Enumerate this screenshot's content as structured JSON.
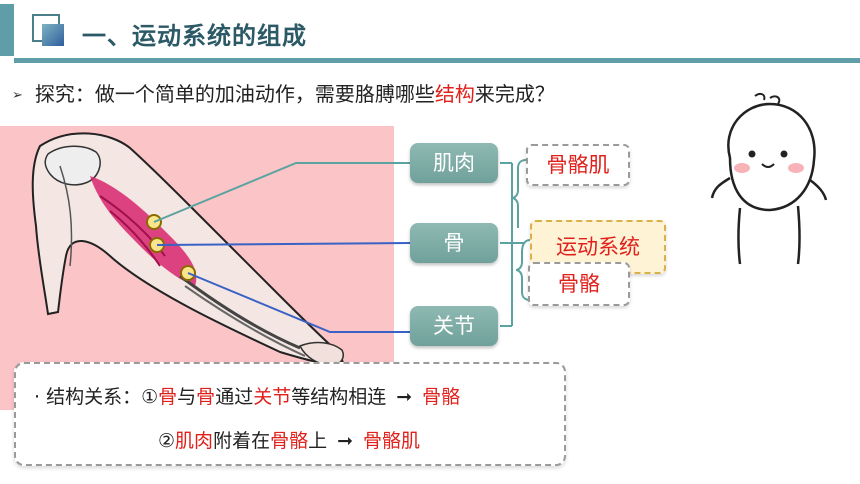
{
  "header": {
    "title": "一、运动系统的组成"
  },
  "question": {
    "prefix": "探究：做一个简单的加油动作，需要胳膊哪些",
    "highlight": "结构",
    "suffix": "来完成？"
  },
  "parts": [
    {
      "label": "肌肉",
      "result": "骨骼肌"
    },
    {
      "label": "骨",
      "result": "运动系统"
    },
    {
      "label": "关节",
      "result": "骨骼"
    }
  ],
  "summary": {
    "line1": {
      "lead": "结构关系：①",
      "w1": "骨",
      "w2": "与",
      "w3": "骨",
      "w4": "通过",
      "w5": "关节",
      "w6": "等结构相连",
      "result": "骨骼"
    },
    "line2": {
      "lead": "②",
      "w1": "肌肉",
      "w2": "附着在",
      "w3": "骨骼",
      "w4": "上",
      "result": "骨骼肌"
    },
    "arrow": "➞"
  },
  "colors": {
    "accent": "#5f9ea8",
    "title": "#2b5966",
    "highlight": "#e0201b",
    "button": "#7aa9a2",
    "panel": "#fbc4c7"
  }
}
